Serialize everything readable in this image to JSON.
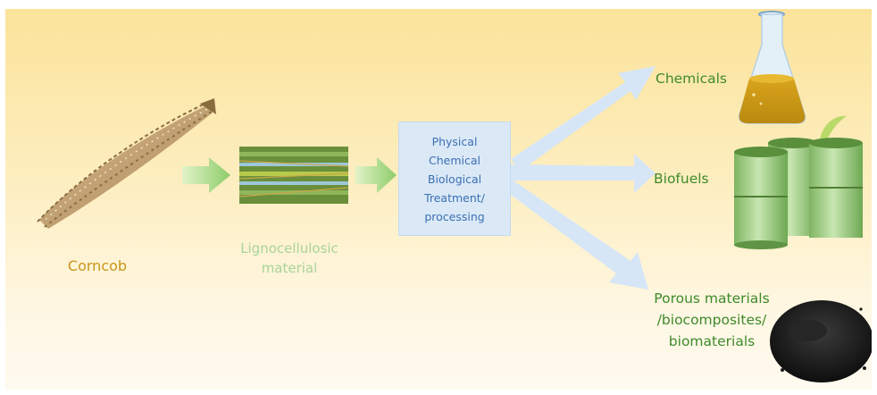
{
  "corncob_label": "Corncob",
  "lignocellulosic_label": [
    "Lignocellulosic",
    "material"
  ],
  "treatment_lines": [
    "Physical",
    "Chemical",
    "Biological",
    "Treatment/",
    "processing"
  ],
  "products": {
    "chemicals": "Chemicals",
    "biofuels": "Biofuels",
    "porous": [
      "Porous materials",
      "/biocomposites/",
      "biomaterials"
    ]
  },
  "icons": [
    "corncob-image",
    "lignocellulose-fiber-image",
    "flask-icon",
    "fuel-barrels-icon",
    "carbon-powder-icon"
  ],
  "colors": {
    "background_top": "#fbe39a",
    "corncob_text": "#c9961a",
    "lignocellulosic_text": "#a8d49a",
    "treatment_text": "#3a6fb2",
    "product_text": "#3f8a2a",
    "green_arrow": "#9fd47e",
    "blue_arrow": "#d6e6f7"
  }
}
